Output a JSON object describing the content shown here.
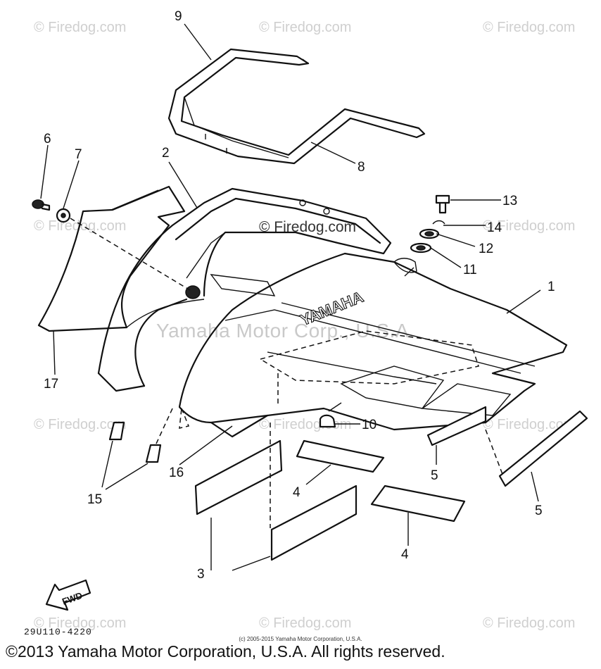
{
  "watermarks": {
    "small": "© Firedog.com",
    "center": "© Firedog.com",
    "big": "Yamaha Motor Corp., U.S.A."
  },
  "callouts": [
    "1",
    "2",
    "3",
    "4",
    "4",
    "5",
    "5",
    "6",
    "7",
    "8",
    "9",
    "10",
    "11",
    "12",
    "13",
    "14",
    "15",
    "16",
    "17"
  ],
  "brand_logo": "YAMAHA",
  "arrow_label": "FWD",
  "part_code": "29U110-4220",
  "small_copyright": "(c) 2005-2015 Yamaha Motor Corporation, U.S.A.",
  "footer": "©2013 Yamaha Motor Corporation, U.S.A. All rights reserved."
}
